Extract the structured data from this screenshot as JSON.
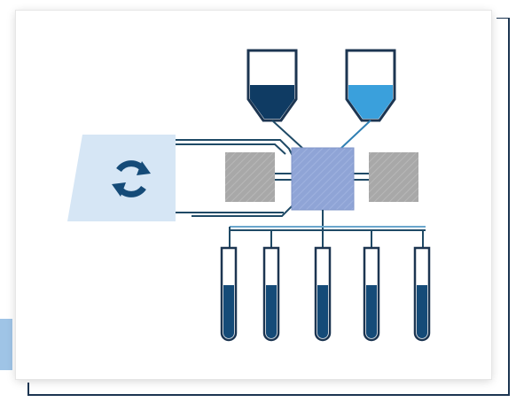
{
  "diagram": {
    "colors": {
      "frame": "#1c3551",
      "pipe": "#1f4a66",
      "pipe_light": "#6aa6cc",
      "dark_reservoir": "#0f3b63",
      "light_reservoir": "#3aa0dc",
      "hub": "#8fa4d6",
      "module": "#a9a9a9",
      "pump_panel": "#d6e6f5",
      "tube_fill": "#154b78",
      "side_tab": "#9fc4e6"
    },
    "icons": {
      "pump": "circular-arrows-refresh-icon"
    },
    "reservoir_fill_levels": [
      0.45,
      0.45
    ],
    "tube_fill_levels": [
      0.55,
      0.55,
      0.55,
      0.55,
      0.55
    ]
  }
}
